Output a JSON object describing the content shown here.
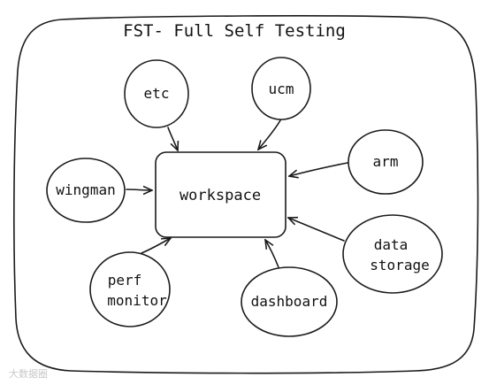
{
  "title": "FST- Full Self Testing",
  "center": "workspace",
  "nodes": {
    "etc": "etc",
    "ucm": "ucm",
    "arm": "arm",
    "wingman": "wingman",
    "data_line1": "data",
    "data_line2": "storage",
    "dashboard": "dashboard",
    "perf_line1": "perf",
    "perf_line2": "monitor"
  },
  "watermark": "大数据圈"
}
